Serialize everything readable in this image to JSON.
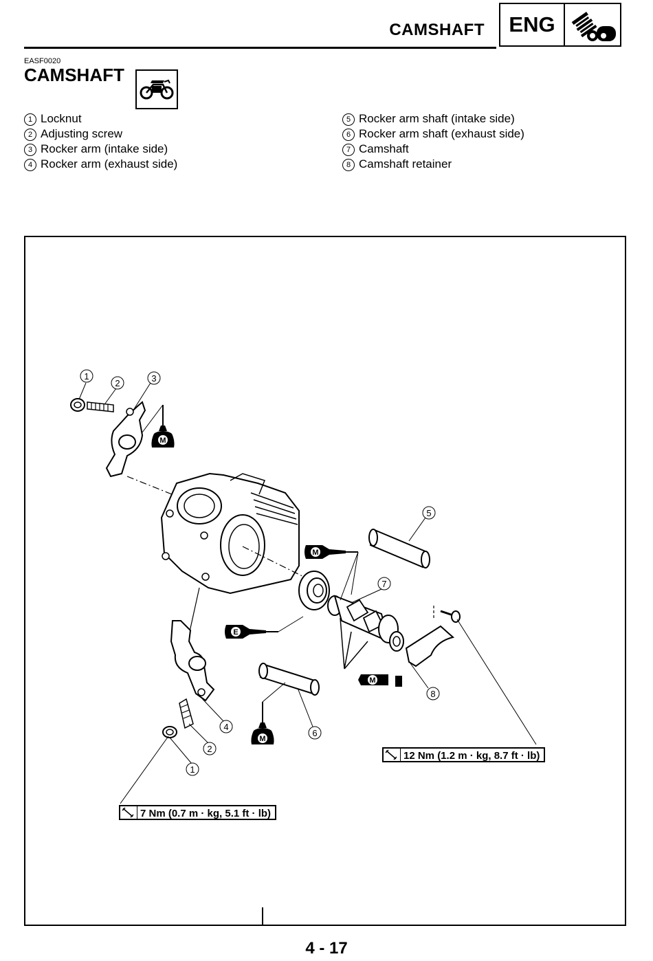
{
  "header": {
    "title": "CAMSHAFT",
    "section": "ENG",
    "section_icon": "engine-icon"
  },
  "section": {
    "code": "EASF0020",
    "title": "CAMSHAFT",
    "icon": "motorcycle-icon"
  },
  "legend": {
    "left": [
      {
        "num": "1",
        "label": "Locknut"
      },
      {
        "num": "2",
        "label": "Adjusting screw"
      },
      {
        "num": "3",
        "label": "Rocker arm (intake side)"
      },
      {
        "num": "4",
        "label": "Rocker arm (exhaust side)"
      }
    ],
    "right": [
      {
        "num": "5",
        "label": "Rocker arm shaft (intake side)"
      },
      {
        "num": "6",
        "label": "Rocker arm shaft (exhaust side)"
      },
      {
        "num": "7",
        "label": "Camshaft"
      },
      {
        "num": "8",
        "label": "Camshaft retainer"
      }
    ]
  },
  "diagram": {
    "callouts": [
      "1",
      "2",
      "3",
      "4",
      "5",
      "6",
      "7",
      "8",
      "2",
      "1"
    ],
    "lube_marks": [
      "M",
      "M",
      "E",
      "M",
      "M"
    ],
    "torques": [
      "12 Nm (1.2 m · kg, 8.7 ft · lb)",
      "7 Nm (0.7 m · kg, 5.1 ft · lb)"
    ]
  },
  "footer": {
    "page": "4 - 17"
  }
}
